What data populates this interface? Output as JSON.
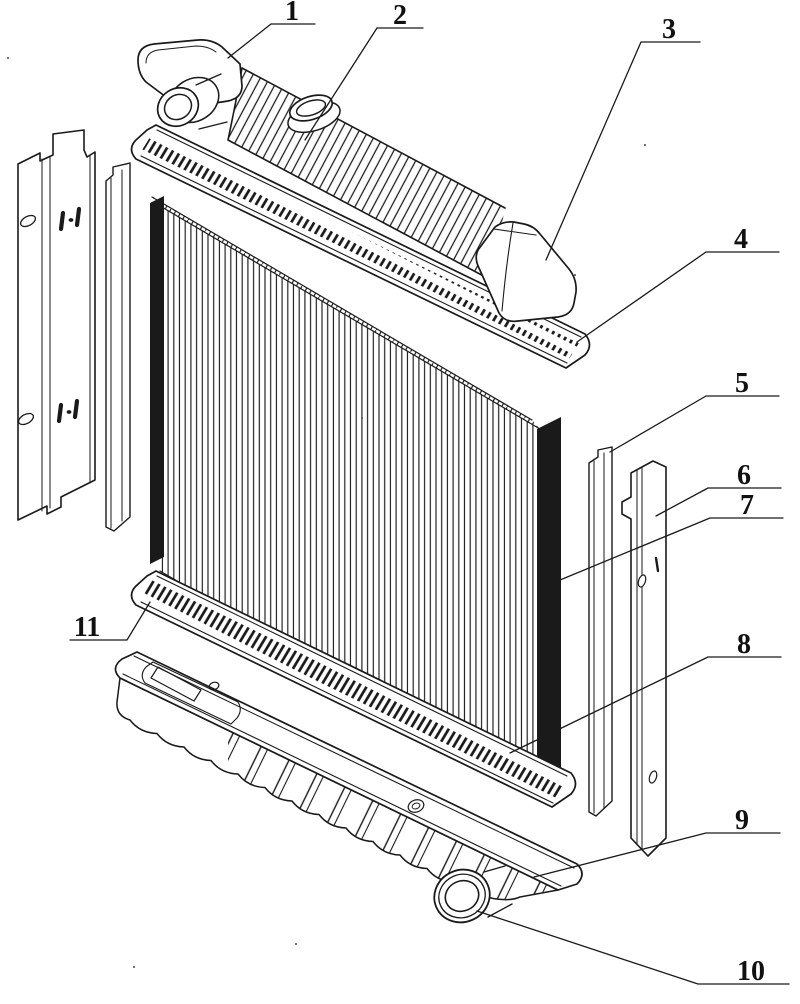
{
  "figure": {
    "paper_color": "#ffffff",
    "ink_color": "#1a1a1a",
    "callouts": [
      {
        "label": "1"
      },
      {
        "label": "2"
      },
      {
        "label": "3"
      },
      {
        "label": "4"
      },
      {
        "label": "5"
      },
      {
        "label": "6"
      },
      {
        "label": "7"
      },
      {
        "label": "8"
      },
      {
        "label": "9"
      },
      {
        "label": "10"
      },
      {
        "label": "11"
      }
    ]
  }
}
